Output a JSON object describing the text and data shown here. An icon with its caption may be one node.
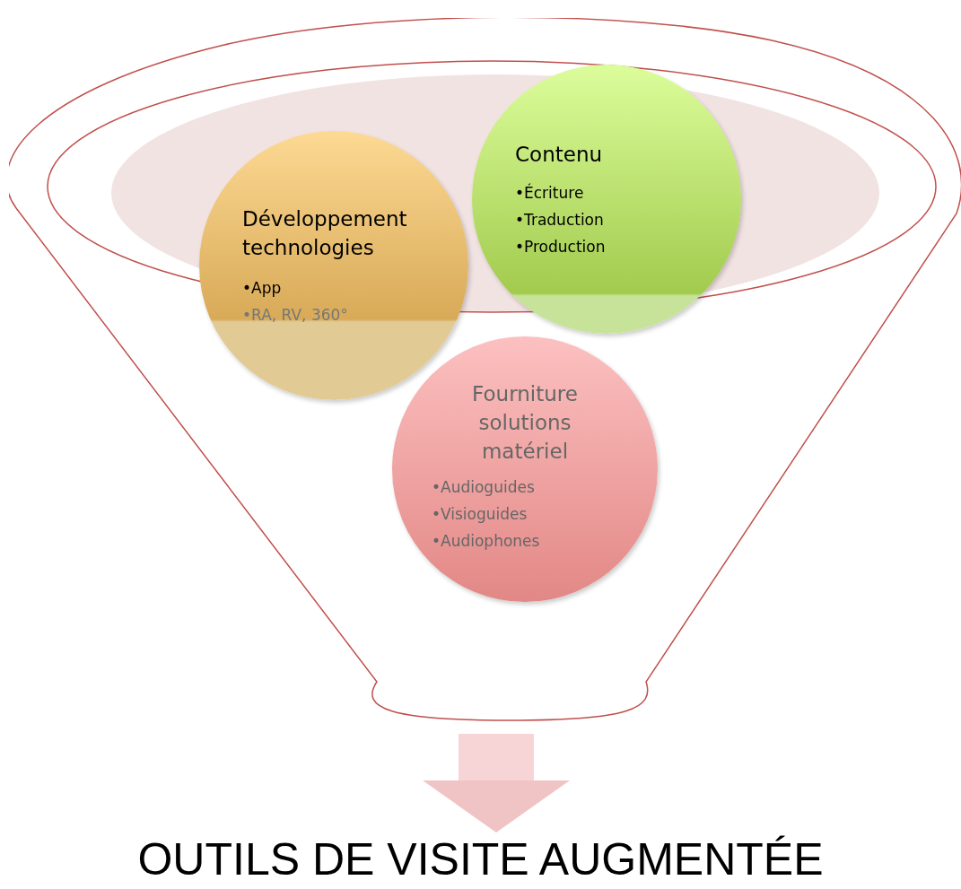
{
  "diagram": {
    "nodes": [
      {
        "text": [],
        "shape": "funnel"
      },
      {
        "text": [
          "Développement technologies",
          "•App",
          "•RA, RV, 360°"
        ],
        "in": 0
      },
      {
        "text": [
          "Contenu",
          "•Écriture",
          "•Traduction",
          "•Production"
        ],
        "in": 0
      },
      {
        "text": [
          "Fourniture solutions matériel",
          "•Audioguides",
          "•Visioguides",
          "•Audiophones"
        ],
        "in": 0
      },
      {
        "text": [
          "OUTILS DE VISITE AUGMENTÉE"
        ]
      }
    ],
    "edges": [
      {
        "from": 0,
        "to": 4,
        "arrow": "to"
      }
    ]
  }
}
